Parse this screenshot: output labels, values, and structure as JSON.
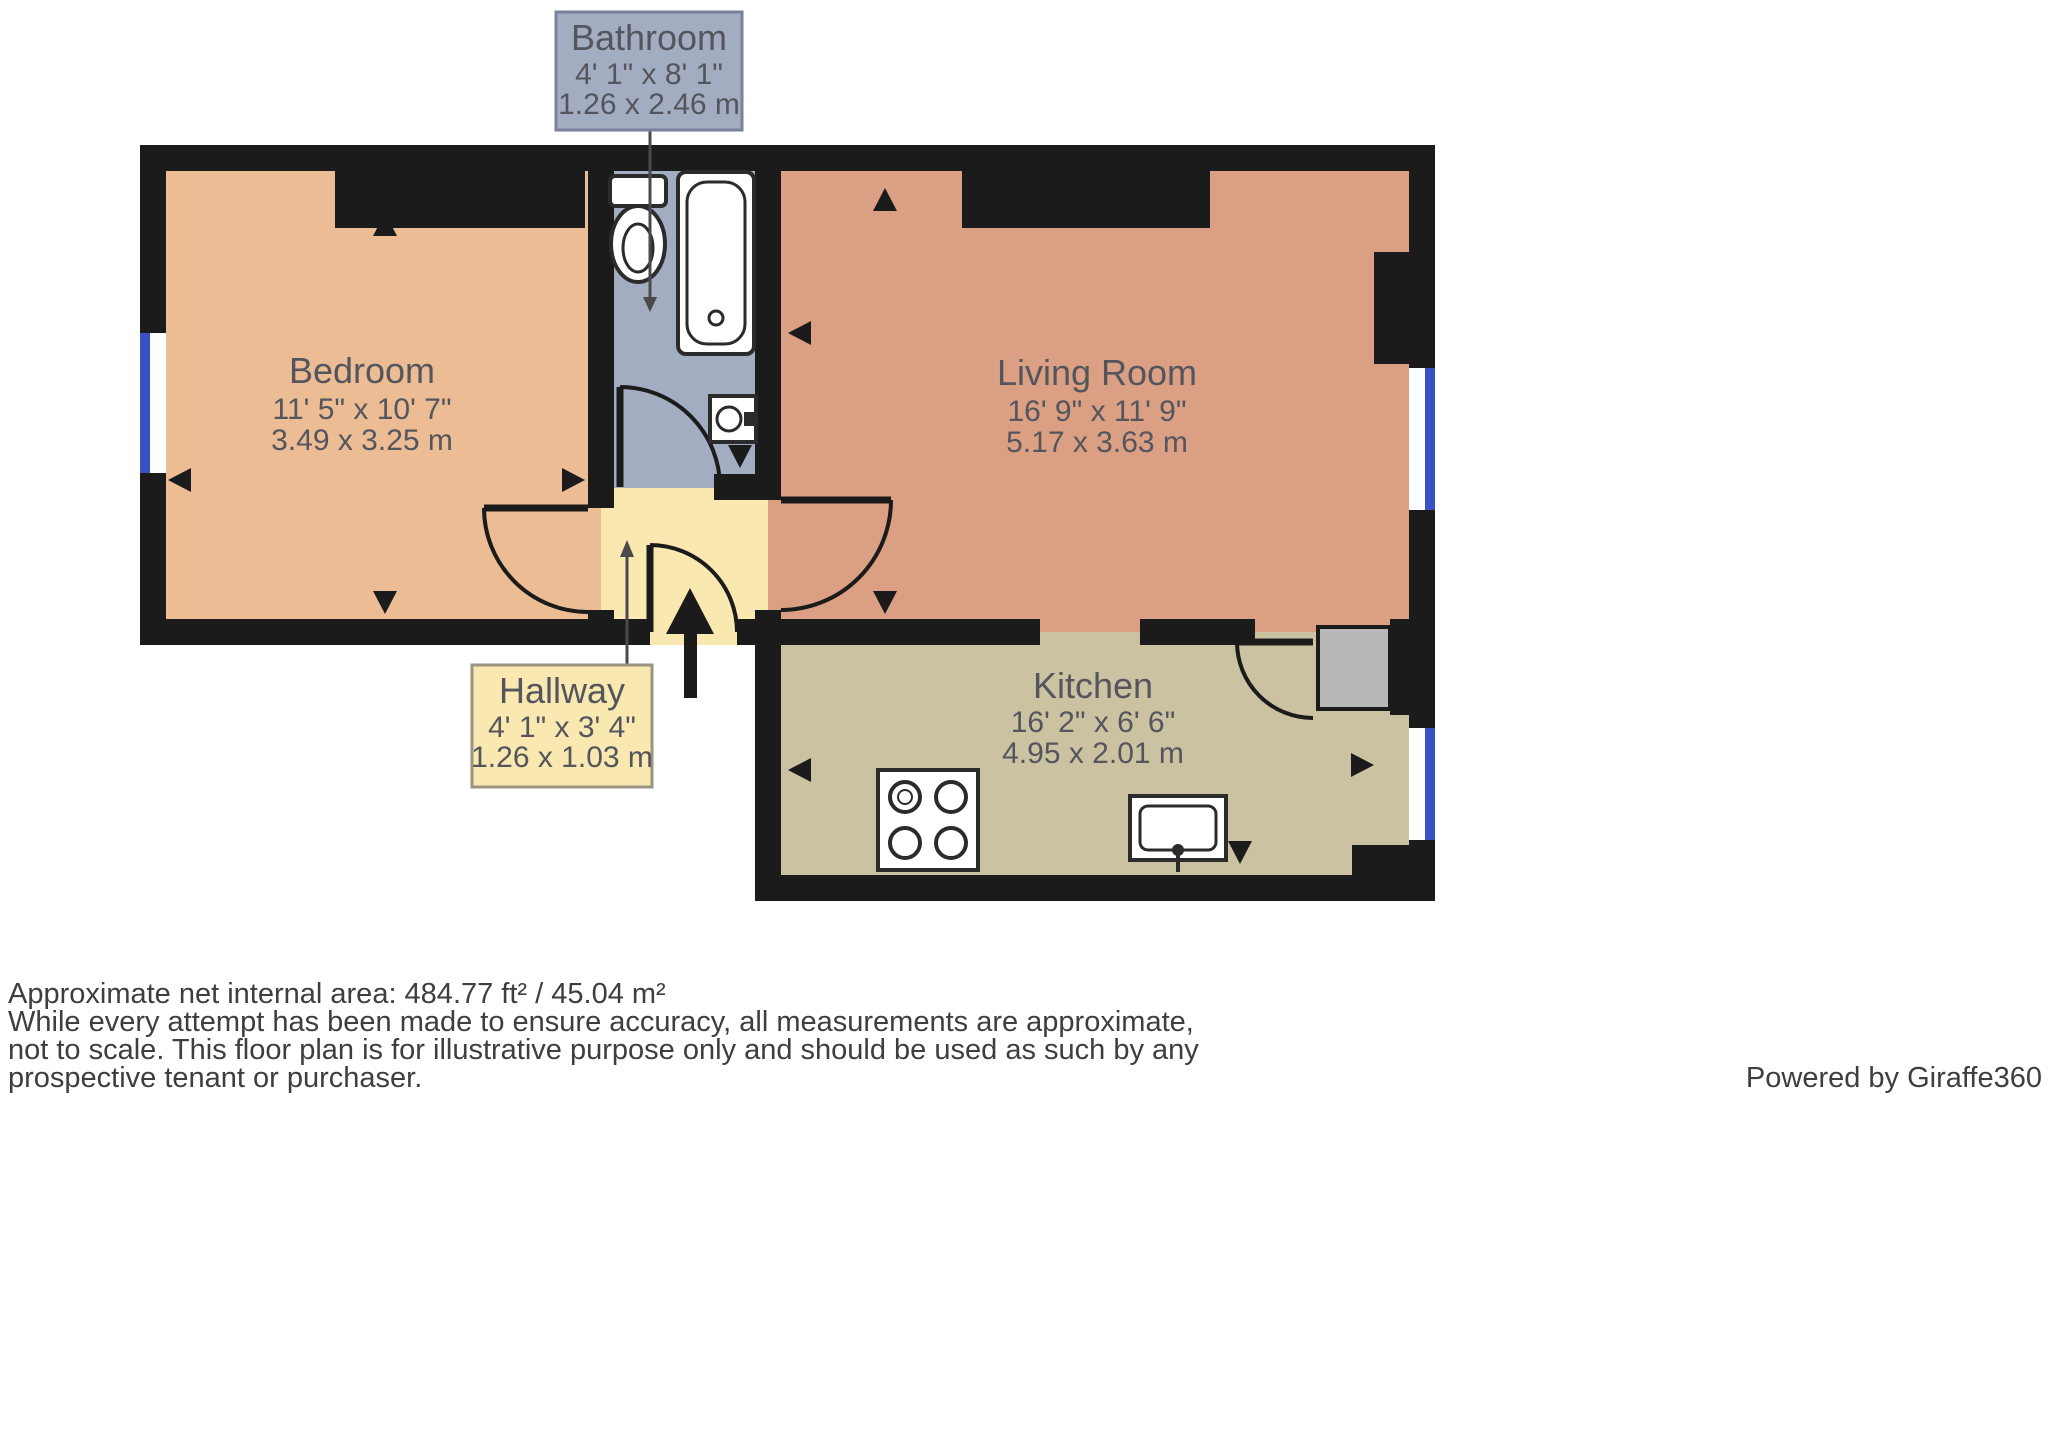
{
  "colors": {
    "wall": "#1b1b1b",
    "bedroom": "#ecbd94",
    "living_room": "#dba083",
    "kitchen": "#cbc2a2",
    "bathroom": "#a3adc2",
    "hallway": "#f9e8b0",
    "window": "#3a51c6",
    "appliance": "#b7b7b7",
    "label_text": "#54555d"
  },
  "rooms": {
    "bedroom": {
      "name": "Bedroom",
      "imperial": "11' 5\" x 10' 7\"",
      "metric": "3.49 x 3.25 m"
    },
    "living_room": {
      "name": "Living Room",
      "imperial": "16' 9\" x 11' 9\"",
      "metric": "5.17 x 3.63 m"
    },
    "kitchen": {
      "name": "Kitchen",
      "imperial": "16' 2\" x 6' 6\"",
      "metric": "4.95 x 2.01 m"
    },
    "bathroom": {
      "name": "Bathroom",
      "imperial": "4' 1\" x 8' 1\"",
      "metric": "1.26 x 2.46 m"
    },
    "hallway": {
      "name": "Hallway",
      "imperial": "4' 1\" x 3' 4\"",
      "metric": "1.26 x 1.03 m"
    }
  },
  "footer": {
    "area_line": "Approximate net internal area: 484.77 ft² / 45.04 m²",
    "disclaimer_line1": "While every attempt has been made to ensure accuracy, all measurements are approximate,",
    "disclaimer_line2": "not to scale. This floor plan is for illustrative purpose only and should be used as such by any",
    "disclaimer_line3": "prospective tenant or purchaser.",
    "credit": "Powered by Giraffe360"
  }
}
